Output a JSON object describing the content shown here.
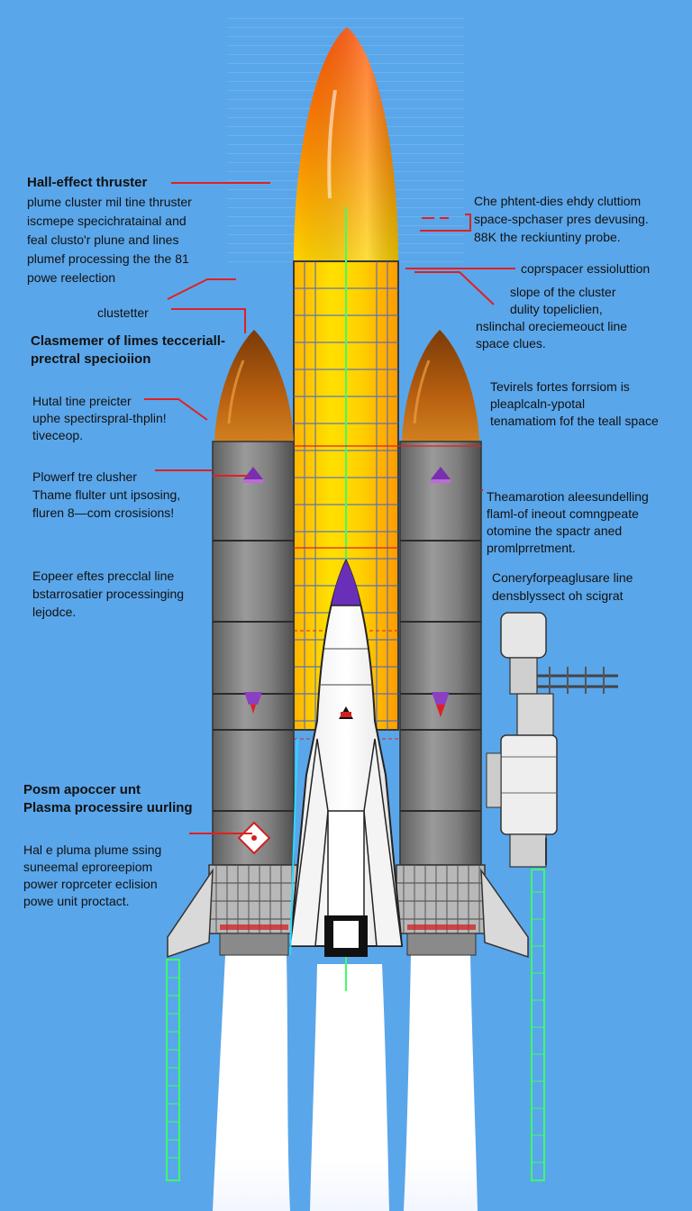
{
  "colors": {
    "background": "#5aa6ea",
    "leader_line": "#e02020",
    "booster_body": "#7a7a7a",
    "booster_nose": "#b85a10",
    "central_nose_top": "#ff5a00",
    "central_nose_bottom": "#ffd000",
    "orbiter_body": "#ffffff",
    "exhaust_plume": "#ffffff",
    "green_beam": "#3cff6a"
  },
  "labels_left": [
    {
      "id": "hall-thruster",
      "lines": [
        "Hall-effect thruster",
        "plume cluster mil tine thruster",
        "iscmepe specichratainal and",
        "feal clusto'r plune and lines",
        "plumef processing the the 81",
        "powe reelection"
      ]
    },
    {
      "id": "cluster",
      "lines": [
        "clustetter"
      ]
    },
    {
      "id": "spectral",
      "lines": [
        "Clasmemer of limes tecceriall-",
        "prectral specioiion"
      ]
    },
    {
      "id": "hutal",
      "lines": [
        "Hutal tine preicter",
        "uphe spectirspral-thplin!",
        "tiveceop."
      ]
    },
    {
      "id": "plowerf",
      "lines": [
        "Plowerf tre clusher",
        "Thame flulter unt ipsosing,",
        "fluren 8—com crosisions!"
      ]
    },
    {
      "id": "eopeer",
      "lines": [
        "Eopeer eftes precclal line",
        "bstarrosatier processinging",
        "lejodce."
      ]
    },
    {
      "id": "posm",
      "lines": [
        "Posm apoccer unt",
        "Plasma processire uurling"
      ]
    },
    {
      "id": "hal-plume",
      "lines": [
        "Hal e pluma plume ssing",
        "suneemal eproreepiom",
        "power roprceter eclision",
        "powe unit proctact."
      ]
    }
  ],
  "labels_right": [
    {
      "id": "phtent",
      "lines": [
        "Che phtent-dies ehdy cluttiom",
        "space-spchaser pres devusing.",
        "88K the reckiuntiny probe."
      ]
    },
    {
      "id": "corpspacer",
      "lines": [
        "coprspacer essioluttion"
      ]
    },
    {
      "id": "slope",
      "lines": [
        "slope of the cluster",
        "dulity topeliclien,",
        "nslinchal oreciemeouct line",
        "space clues."
      ]
    },
    {
      "id": "tevirels",
      "lines": [
        "Tevirels fortes forrsiom is",
        "pleaplcaln-ypotal",
        "tenamatiom fof the teall space"
      ]
    },
    {
      "id": "theamarotion",
      "lines": [
        "Theamarotion aleesundelling",
        "flaml-of ineout comngpeate",
        "otomine the spactr aned",
        "promlprretment."
      ]
    },
    {
      "id": "coneryfor",
      "lines": [
        "Coneryforpeaglusare line",
        "densblyssect oh scigrat"
      ]
    }
  ]
}
